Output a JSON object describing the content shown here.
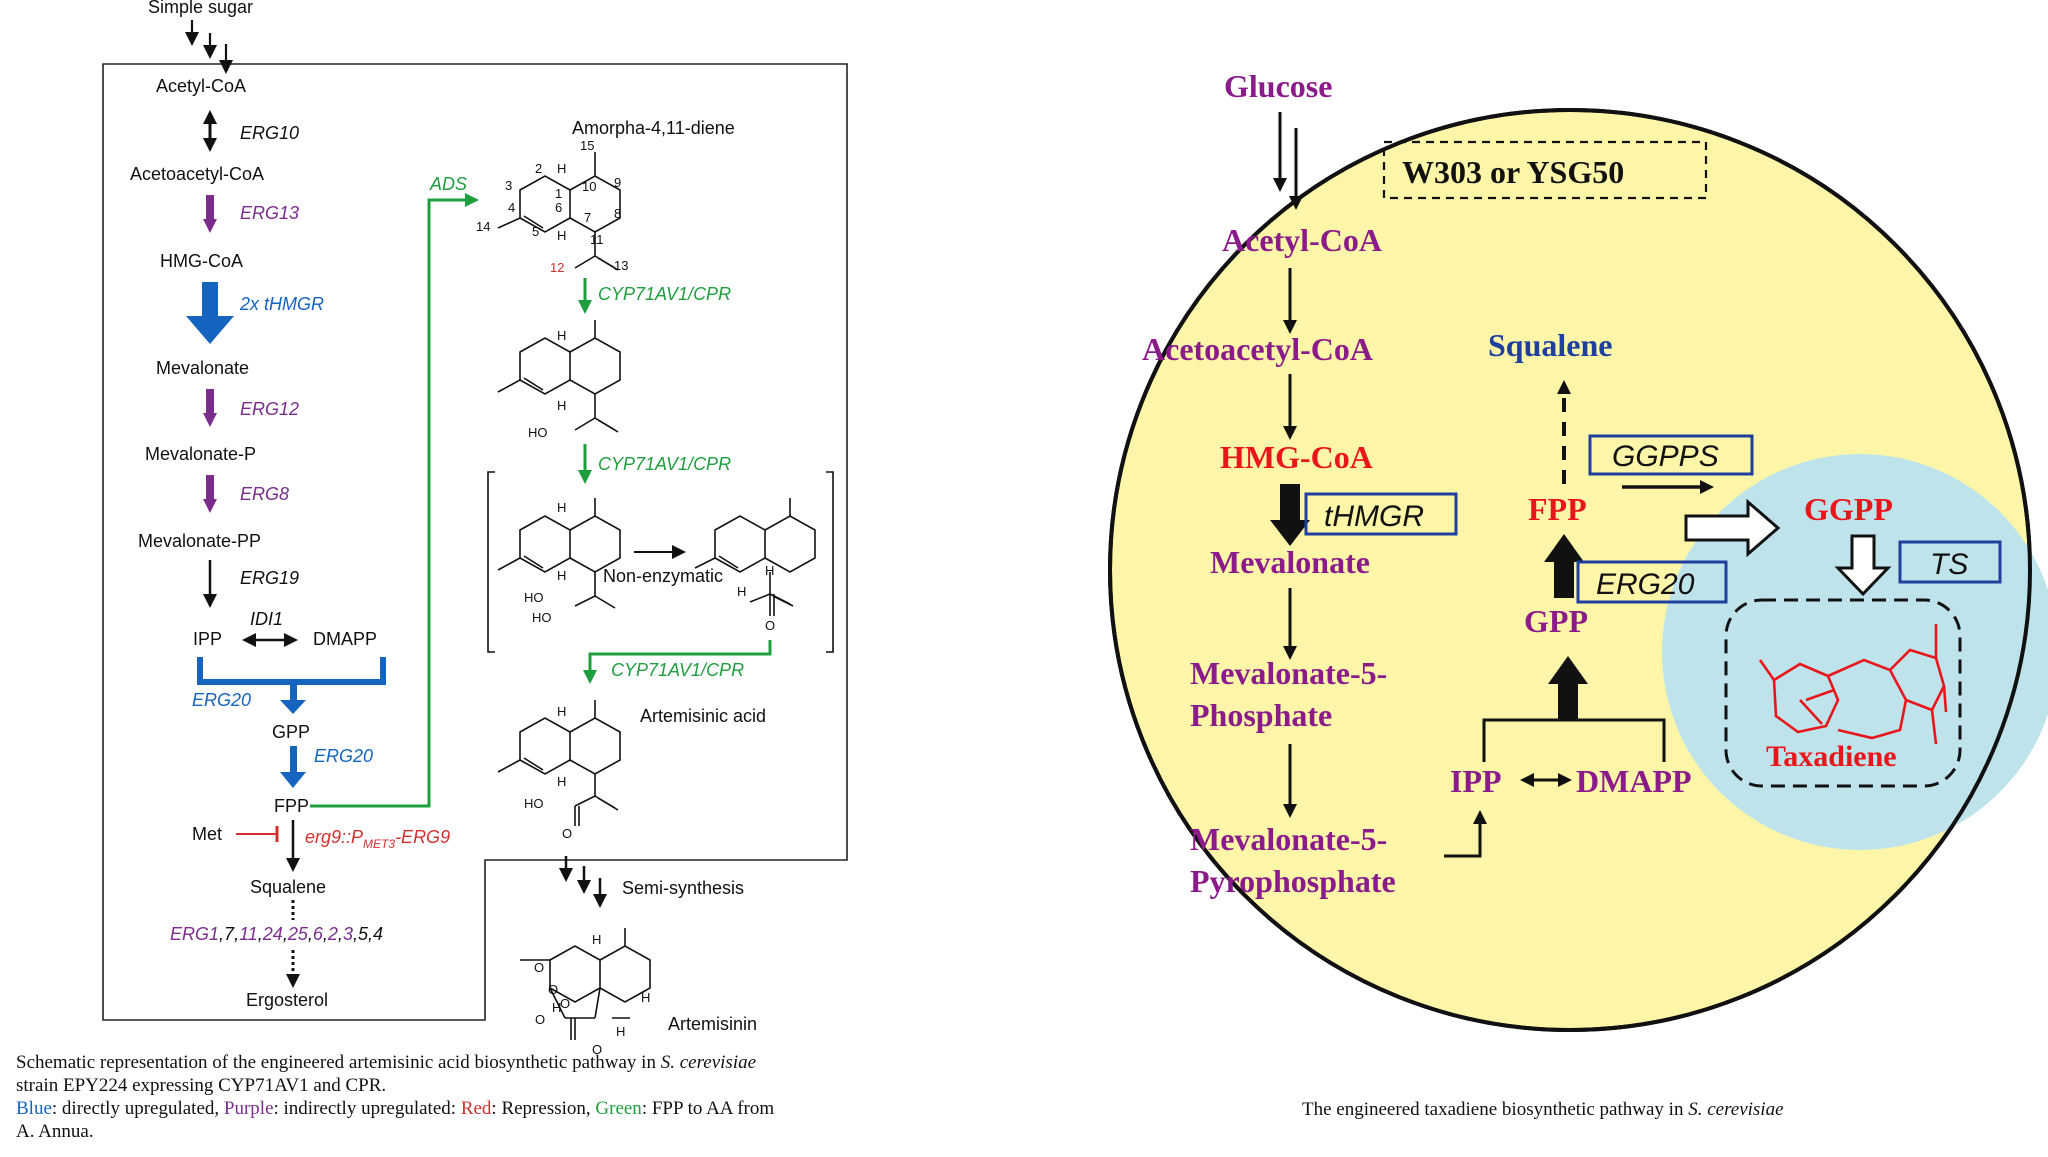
{
  "left": {
    "top_input": "Simple sugar",
    "metabolites": {
      "acetyl": "Acetyl-CoA",
      "acetoacetyl": "Acetoacetyl-CoA",
      "hmg": "HMG-CoA",
      "mevalonate": "Mevalonate",
      "mevp": "Mevalonate-P",
      "mevpp": "Mevalonate-PP",
      "ipp": "IPP",
      "dmapp": "DMAPP",
      "gpp": "GPP",
      "fpp": "FPP",
      "squalene": "Squalene",
      "ergosterol": "Ergosterol",
      "met": "Met"
    },
    "enzymes": {
      "erg10": "ERG10",
      "erg13": "ERG13",
      "thmgr": "2x tHMGR",
      "erg12": "ERG12",
      "erg8": "ERG8",
      "erg19": "ERG19",
      "idi1": "IDI1",
      "erg20_a": "ERG20",
      "erg20_b": "ERG20",
      "erg9_prefix": "erg9::P",
      "erg9_sub": "MET3",
      "erg9_suffix": "-ERG9",
      "ads": "ADS",
      "cyp_1": "CYP71AV1/CPR",
      "cyp_2": "CYP71AV1/CPR",
      "cyp_3": "CYP71AV1/CPR",
      "erg_list": [
        {
          "t": "ERG1",
          "c": "purple"
        },
        {
          "t": ",",
          "c": "black"
        },
        {
          "t": "7",
          "c": "black"
        },
        {
          "t": ",",
          "c": "black"
        },
        {
          "t": "11",
          "c": "purple"
        },
        {
          "t": ",",
          "c": "black"
        },
        {
          "t": "24",
          "c": "purple"
        },
        {
          "t": ",",
          "c": "black"
        },
        {
          "t": "25",
          "c": "purple"
        },
        {
          "t": ",",
          "c": "black"
        },
        {
          "t": "6",
          "c": "purple"
        },
        {
          "t": ",",
          "c": "black"
        },
        {
          "t": "2",
          "c": "purple"
        },
        {
          "t": ",",
          "c": "black"
        },
        {
          "t": "3",
          "c": "purple"
        },
        {
          "t": ",",
          "c": "black"
        },
        {
          "t": "5",
          "c": "black"
        },
        {
          "t": ",",
          "c": "black"
        },
        {
          "t": "4",
          "c": "black"
        }
      ]
    },
    "products": {
      "amorpha": "Amorpha-4,11-diene",
      "non_enzymatic": "Non-enzymatic",
      "artemisinic": "Artemisinic acid",
      "semi": "Semi-synthesis",
      "artemisinin": "Artemisinin"
    },
    "atoms": {
      "n15": "15",
      "n2": "2",
      "n1": "1",
      "n10": "10",
      "n9": "9",
      "n3": "3",
      "n4": "4",
      "n6": "6",
      "n7": "7",
      "n8": "8",
      "n5": "5",
      "n14": "14",
      "n11": "11",
      "n12": "12",
      "n13": "13",
      "H": "H",
      "HO": "HO",
      "O": "O"
    },
    "caption": {
      "line1a": "Schematic representation of the engineered artemisinic acid biosynthetic pathway in ",
      "line1b": "S. cerevisiae",
      "line2": "strain EPY224 expressing CYP71AV1 and CPR.",
      "blue_label": "Blue",
      "blue_text": ": directly upregulated, ",
      "purple_label": "Purple",
      "purple_text": ": indirectly upregulated: ",
      "red_label": "Red",
      "red_text": ": Repression, ",
      "green_label": "Green",
      "green_text": ": FPP to AA from",
      "line4": "A. Annua."
    }
  },
  "right": {
    "glucose": "Glucose",
    "strain": "W303 or YSG50",
    "acetyl": "Acetyl-CoA",
    "acetoacetyl": "Acetoacetyl-CoA",
    "hmg": "HMG-CoA",
    "mevalonate": "Mevalonate",
    "mev5p_1": "Mevalonate-5-",
    "mev5p_2": "Phosphate",
    "mev5pp_1": "Mevalonate-5-",
    "mev5pp_2": "Pyrophosphate",
    "squalene": "Squalene",
    "fpp": "FPP",
    "gpp": "GPP",
    "ipp": "IPP",
    "dmapp": "DMAPP",
    "ggpp": "GGPP",
    "taxadiene": "Taxadiene",
    "thmgr": "tHMGR",
    "erg20": "ERG20",
    "ggpps": "GGPPS",
    "ts": "TS",
    "caption_a": "The engineered taxadiene biosynthetic pathway in ",
    "caption_b": "S. cerevisiae"
  },
  "colors": {
    "purple": "#7b2d8e",
    "blue": "#1565c0",
    "green": "#1f9e3d",
    "red": "#d32f2f",
    "cell_yellow": "#fdf6a8",
    "taxadiene_bubble": "#bfe3ea",
    "right_purple": "#8b1a8b",
    "right_red": "#e8161b",
    "right_blue": "#1f3f9e"
  }
}
